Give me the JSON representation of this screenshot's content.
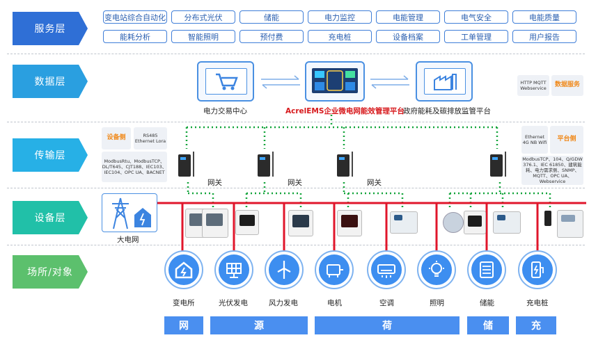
{
  "colors": {
    "tab_service": "#2f6fd6",
    "tab_data": "#2a9fe0",
    "tab_transport": "#27b0e6",
    "tab_device": "#21c0a8",
    "tab_scene": "#5cc06d",
    "bus_red": "#e0162b",
    "link_green": "#12a43a",
    "accent_red": "#d7191c"
  },
  "layers": {
    "service": "服务层",
    "data": "数据层",
    "transport": "传输层",
    "device": "设备层",
    "scene": "场所/对象"
  },
  "services": {
    "row1": [
      "变电站综合自动化",
      "分布式光伏",
      "储能",
      "电力监控",
      "电能管理",
      "电气安全",
      "电能质量"
    ],
    "row2": [
      "能耗分析",
      "智能照明",
      "预付费",
      "充电桩",
      "设备档案",
      "工单管理",
      "用户报告"
    ]
  },
  "data_layer": {
    "trading_center": "电力交易中心",
    "platform": "AcrelEMS企业微电网能效管理平台",
    "gov_platform": "政府能耗及碳排放监管平台",
    "protocols": "HTTP MQTT Webservice",
    "data_service": "数据服务"
  },
  "transport": {
    "device_side": "设备侧",
    "device_links": "RS485 Ethernet Lora",
    "device_protocols": "ModbusRtu、ModbusTCP、DL/T645、CJT188、IEC103、IEC104、OPC UA、BACNET",
    "platform_side": "平台侧",
    "platform_links": "Ethernet 4G NB Wifi",
    "platform_protocols": "ModbusTCP、104、Q/GDW 376.1、IEC 61850、建筑能耗、电力需求侧、SNMP、MQTT、OPC UA、Webservice",
    "gateways": [
      "网关",
      "网关",
      "网关"
    ]
  },
  "device_layer": {
    "grid": "大电网"
  },
  "scenes": [
    {
      "label": "变电所",
      "icon": "house-bolt-icon"
    },
    {
      "label": "光伏发电",
      "icon": "solar-panel-icon"
    },
    {
      "label": "风力发电",
      "icon": "wind-turbine-icon"
    },
    {
      "label": "电机",
      "icon": "motor-icon"
    },
    {
      "label": "空调",
      "icon": "air-conditioner-icon"
    },
    {
      "label": "照明",
      "icon": "light-bulb-icon"
    },
    {
      "label": "储能",
      "icon": "battery-cabinet-icon"
    },
    {
      "label": "充电桩",
      "icon": "charging-pile-icon"
    }
  ],
  "categories": [
    "网",
    "源",
    "荷",
    "储",
    "充"
  ]
}
